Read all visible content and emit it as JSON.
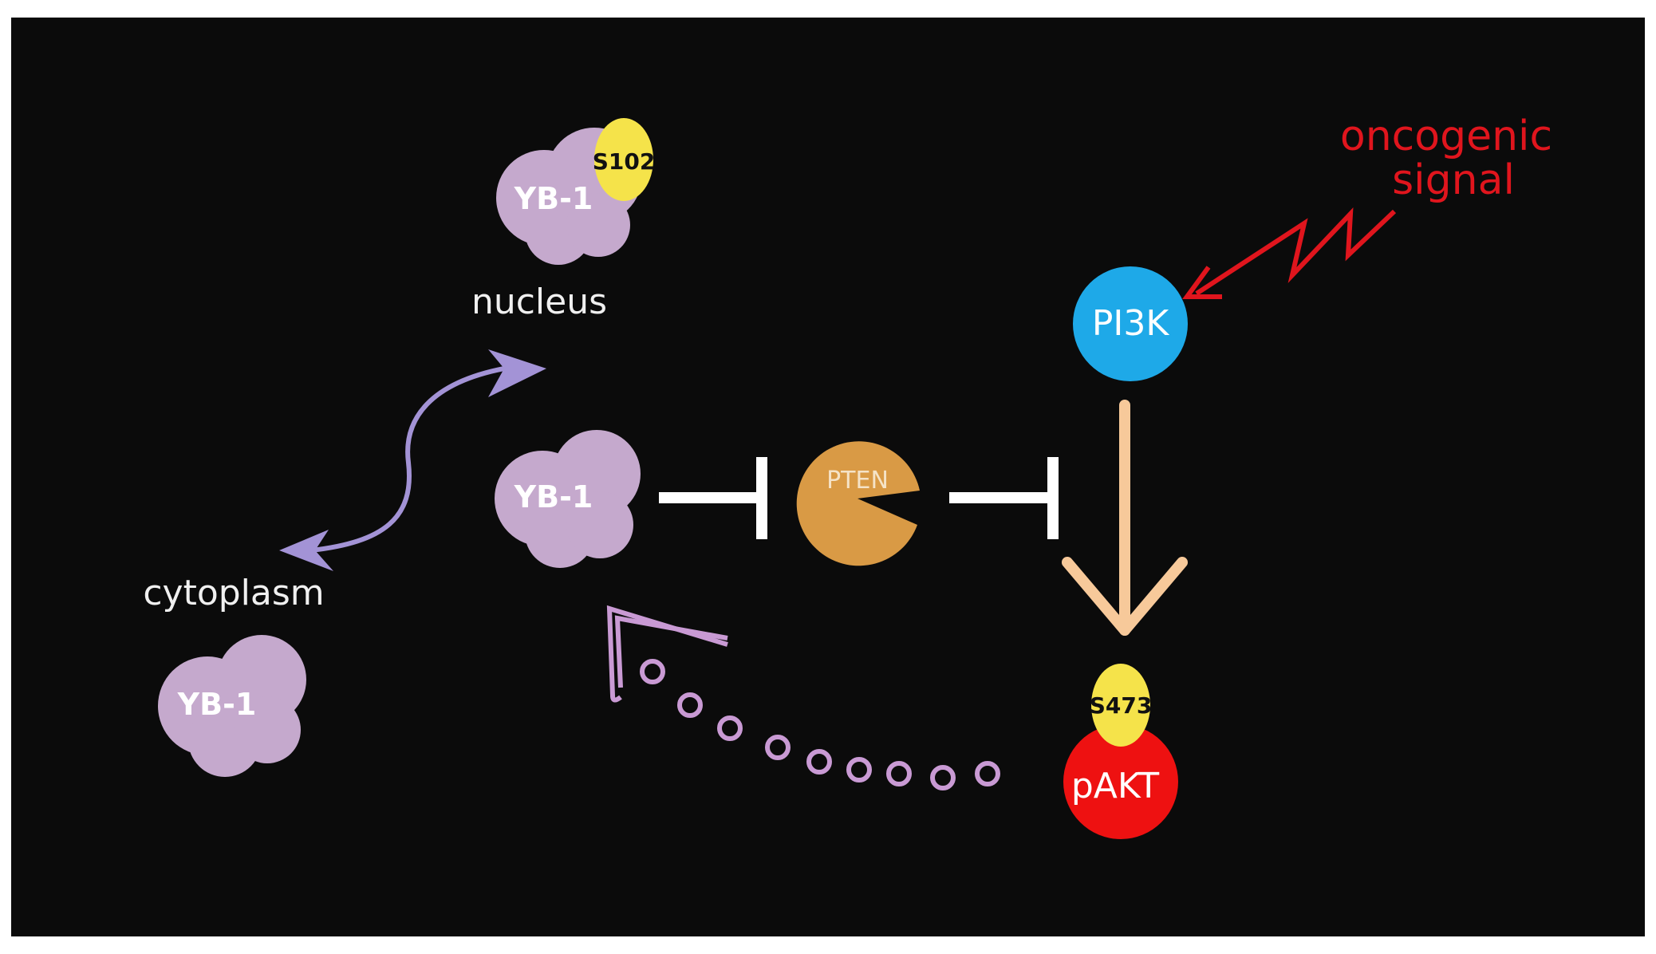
{
  "labels": {
    "nucleus": "nucleus",
    "cytoplasm": "cytoplasm",
    "oncogenic_line1": "oncogenic",
    "oncogenic_line2": "signal"
  },
  "nodes": {
    "yb1_nucleus": "YB-1",
    "yb1_center": "YB-1",
    "yb1_cytoplasm": "YB-1",
    "s102": "S102",
    "pten": "PTEN",
    "pi3k": "PI3K",
    "pakt": "pAKT",
    "s473": "S473"
  },
  "colors": {
    "background": "#0b0b0b",
    "yb1": "#c5a9cd",
    "phospho_site": "#f5e34a",
    "pten": "#d99a45",
    "pi3k": "#1ea9e8",
    "pakt": "#ee1111",
    "oncogenic": "#e0151d",
    "shuttle_arrow": "#a393d6",
    "activation_arrow": "#f7c99a",
    "feedback": "#c99ad4",
    "inhibition": "#ffffff",
    "text": "#f0f0f0"
  }
}
